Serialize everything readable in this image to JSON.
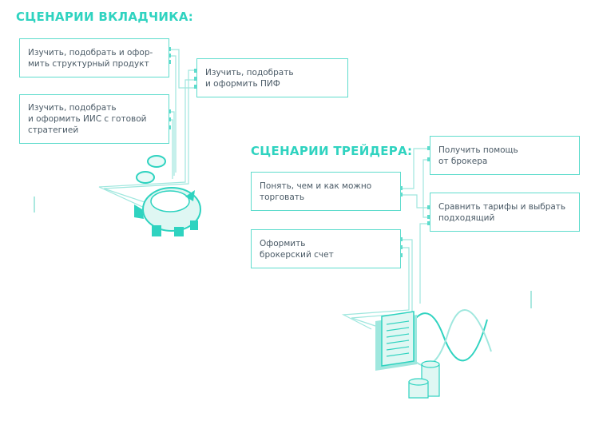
{
  "depositor": {
    "heading": "СЦЕНАРИИ ВКЛАДЧИКА:",
    "cards": [
      "Изучить, подобрать и офор-\nмить структурный продукт",
      "Изучить, подобрать\nи оформить ПИФ",
      "Изучить, подобрать\nи оформить ИИС с готовой\nстратегией"
    ]
  },
  "trader": {
    "heading": "СЦЕНАРИИ ТРЕЙДЕРА:",
    "cards": [
      "Получить помощь\nот брокера",
      "Понять, чем и как можно\nторговать",
      "Сравнить тарифы и выбрать\nподходящий",
      "Оформить\nброкерский счет"
    ]
  },
  "colors": {
    "accent": "#2fd3c0",
    "line": "#5fdccd",
    "text": "#4a5a66"
  },
  "icons": [
    "piggy-bank-icon",
    "coin-icon",
    "trading-screen-icon",
    "coin-stack-icon",
    "wave-chart-icon"
  ]
}
